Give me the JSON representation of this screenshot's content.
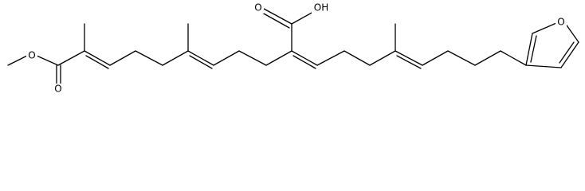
{
  "molecule": {
    "atoms": {
      "ester_oxygen": "O",
      "carbonyl_oxygen": "O",
      "acid_carbonyl_oxygen": "O",
      "acid_hydroxyl": "OH",
      "furan_oxygen": "O"
    },
    "colors": {
      "bond": "#000000",
      "label": "#000000",
      "background": "#ffffff"
    }
  }
}
